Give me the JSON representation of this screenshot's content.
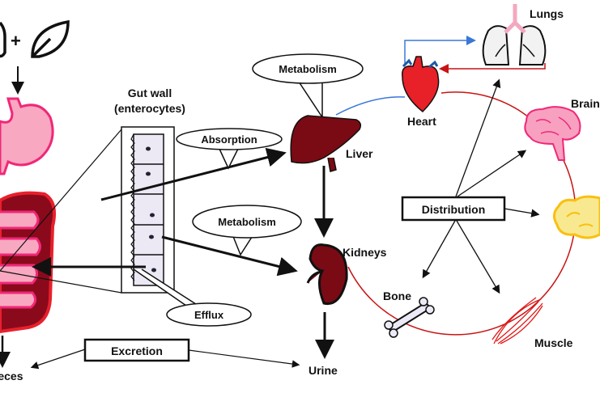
{
  "labels": {
    "gut_wall": "Gut wall",
    "enterocytes": "(enterocytes)",
    "absorption": "Absorption",
    "metabolism_gut": "Metabolism",
    "metabolism_liver": "Metabolism",
    "efflux": "Efflux",
    "excretion": "Excretion",
    "faeces": "Faeces",
    "liver": "Liver",
    "heart": "Heart",
    "lungs": "Lungs",
    "brain": "Brain",
    "distribution": "Distribution",
    "kidneys": "Kidneys",
    "bone": "Bone",
    "muscle": "Muscle",
    "urine": "Urine",
    "plus": "+"
  },
  "colors": {
    "circulation": "#c81414",
    "venous": "#3a78d8",
    "liver": "#7a0a14",
    "stomach": "#f8a8c0",
    "brain": "#f8a0c0",
    "fat": "#f8e070",
    "heart": "#e82028"
  }
}
